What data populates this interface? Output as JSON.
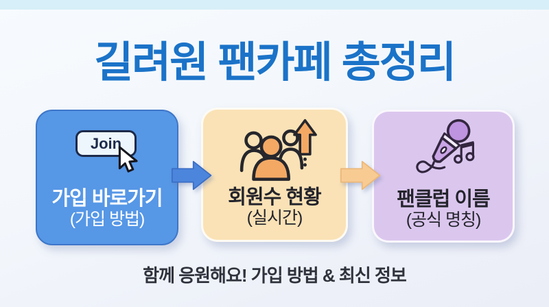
{
  "page": {
    "title": "길려원 팬카페 총정리",
    "title_color": "#1b73c8",
    "footer": "함께 응원해요! 가입 방법 & 최신 정보",
    "top_strip_color": "#d7eff8",
    "background_color": "#f3f7fc"
  },
  "cards": [
    {
      "title": "가입 바로가기",
      "subtitle": "(가입 방법)",
      "button_label": "Join",
      "icon": "join-button-cursor-icon",
      "bg": "#5697e6",
      "text_color": "#ffffff"
    },
    {
      "title": "회원수 현황",
      "subtitle": "(실시간)",
      "icon": "people-growth-icon",
      "bg": "#fae2b6",
      "text_color": "#24242c"
    },
    {
      "title": "팬클럽 이름",
      "subtitle": "(공식 명칭)",
      "icon": "microphone-music-icon",
      "bg": "#dbc7ee",
      "text_color": "#24242c"
    }
  ],
  "arrows": [
    {
      "name": "arrow-join-to-members",
      "color": "#4c86dc"
    },
    {
      "name": "arrow-members-to-fanclub",
      "color": "#f8cb93"
    }
  ]
}
